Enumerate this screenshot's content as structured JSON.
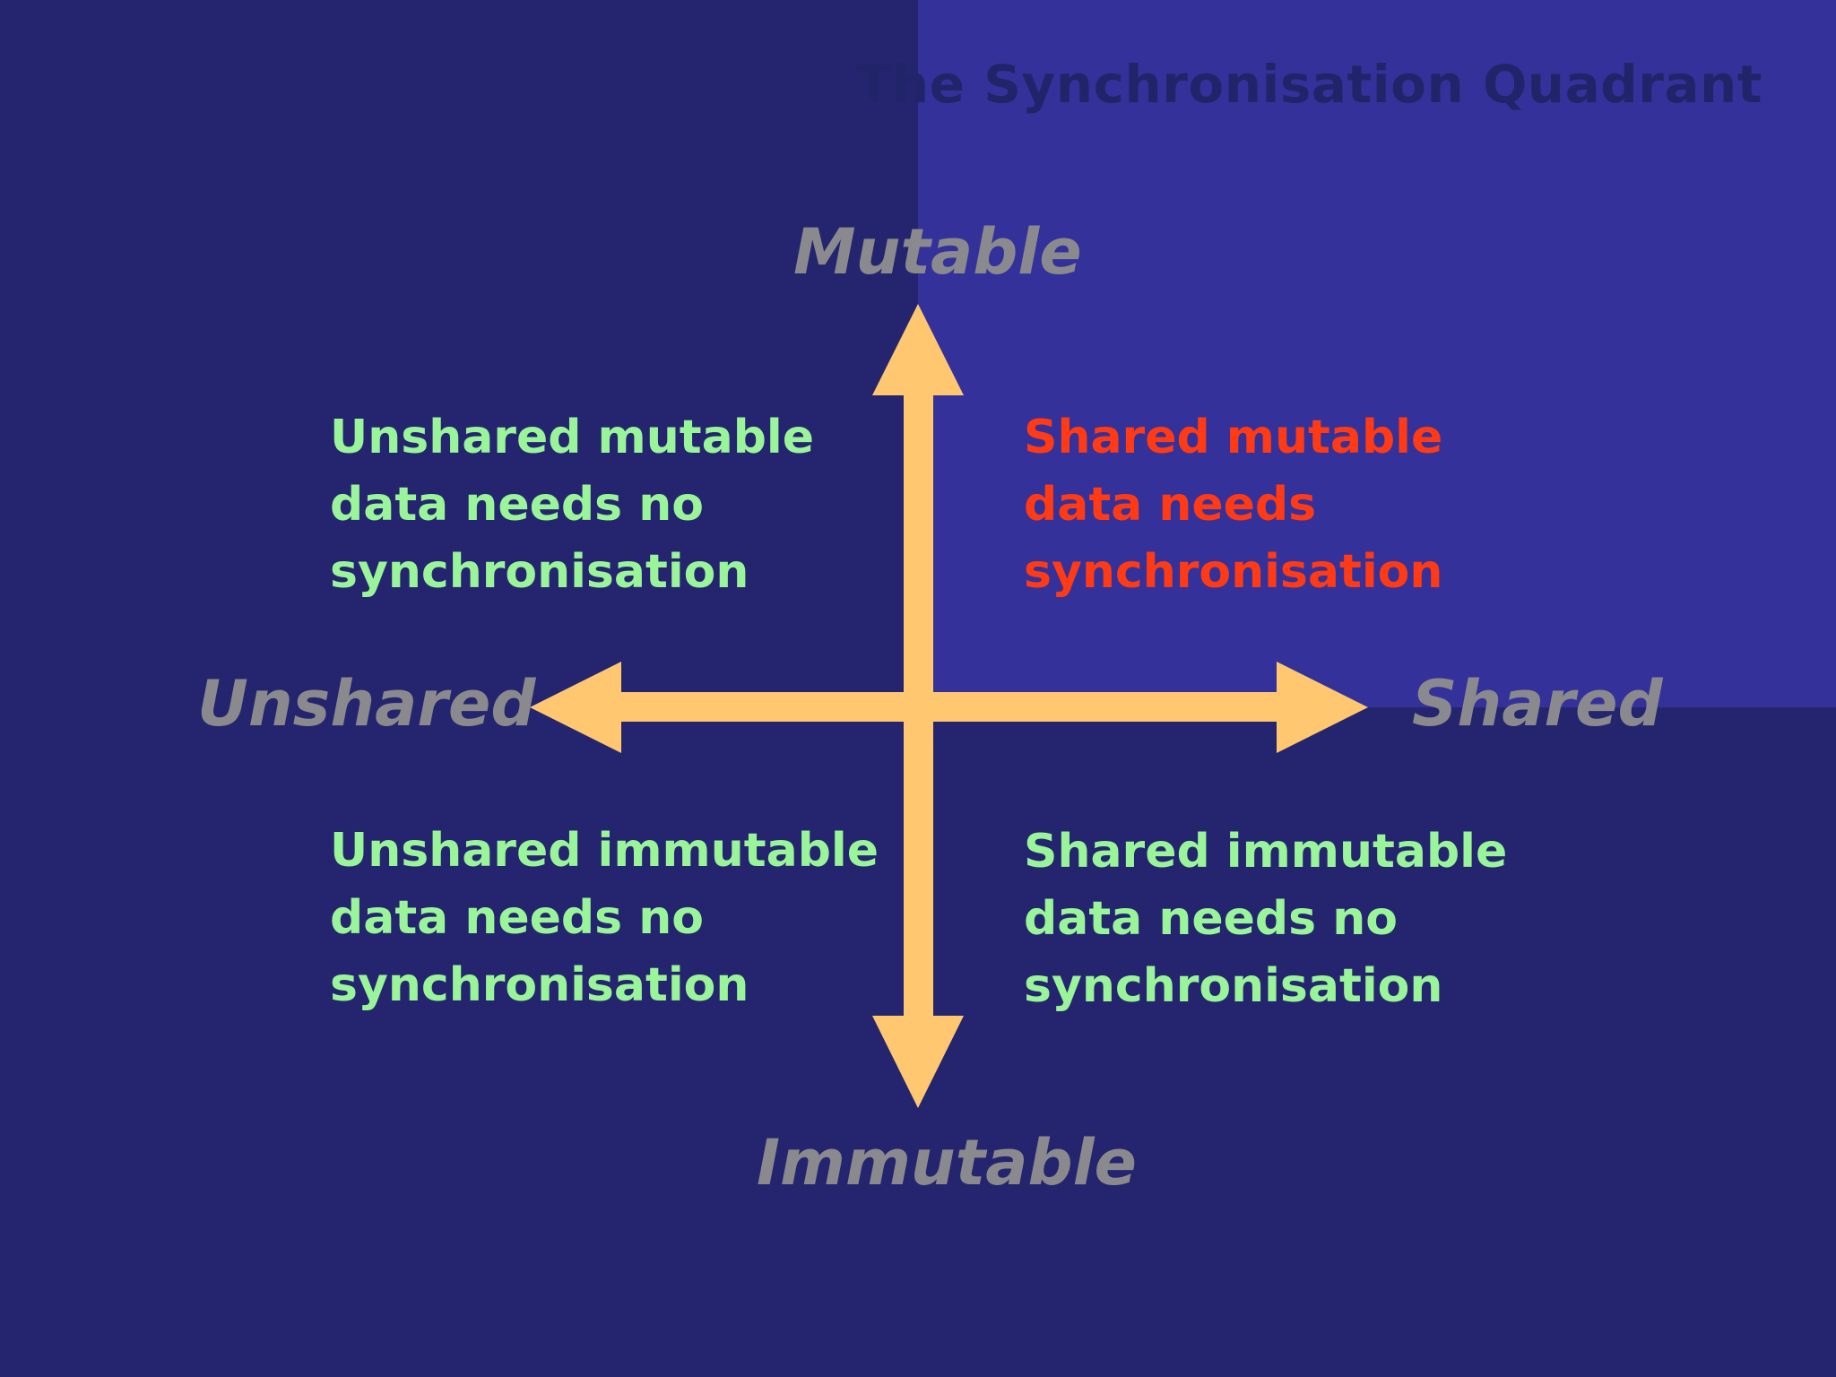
{
  "title": "The Synchronisation Quadrant",
  "axes": {
    "top": "Mutable",
    "bottom": "Immutable",
    "left": "Unshared",
    "right": "Shared"
  },
  "quadrants": {
    "top_left": {
      "lines": [
        "Unshared mutable",
        "data needs no",
        "synchronisation"
      ]
    },
    "top_right": {
      "lines": [
        "Shared mutable",
        "data needs",
        "synchronisation"
      ]
    },
    "bottom_left": {
      "lines": [
        "Unshared immutable",
        "data needs no",
        "synchronisation"
      ]
    },
    "bottom_right": {
      "lines": [
        "Shared immutable",
        "data needs no",
        "synchronisation"
      ]
    }
  },
  "colors": {
    "background": "#25256f",
    "highlight_quadrant": "#34329a",
    "arrows": "#ffc870",
    "axis_labels": "#8a8a8e",
    "safe_text": "#9af59a",
    "danger_text": "#ff3a14",
    "title": "#22246a"
  }
}
